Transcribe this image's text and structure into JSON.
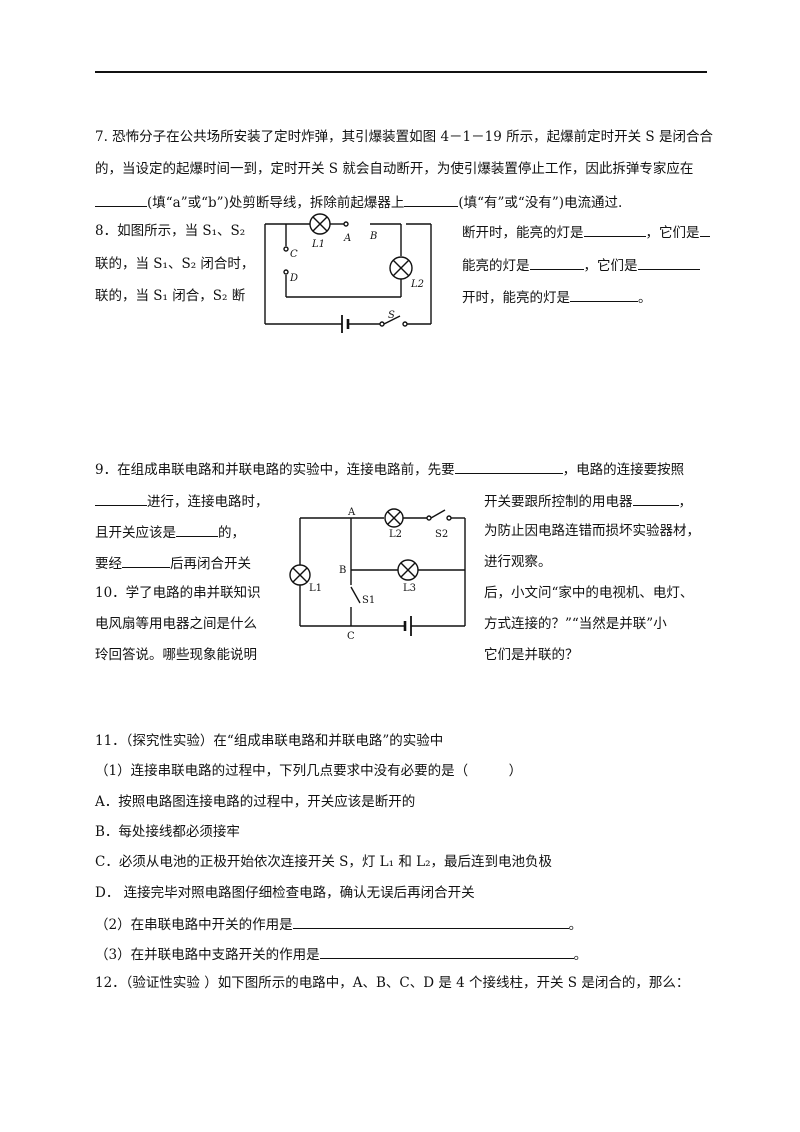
{
  "q7": {
    "line1": "7. 恐怖分子在公共场所安装了定时炸弹，其引爆装置如图 4－1－19 所示，起爆前定时开关 S 是闭合合",
    "line2": "的，当设定的起爆时间一到，定时开关 S 就会自动断开，为使引爆装置停止工作，因此拆弹专家应在",
    "line3a": "(填“a”或“b”)处剪断导线，拆除前起爆器上",
    "line3b": "(填“有”或“没有”)电流通过."
  },
  "q8": {
    "l1": "8．如图所示，当 S₁、S₂",
    "l2": "联的，当 S₁、S₂ 闭合时，",
    "l3": "联的，当 S₁ 闭合，S₂ 断",
    "r1": "断开时，能亮的灯是",
    "r1b": "，它们是",
    "r2": "能亮的灯是",
    "r2b": "，它们是",
    "r3": "开时，能亮的灯是",
    "r3b": "。",
    "fig": {
      "L1": "L1",
      "L2": "L2",
      "A": "A",
      "B": "B",
      "C": "C",
      "D": "D",
      "S": "S"
    }
  },
  "q9": {
    "line1a": "9．在组成串联电路和并联电路的实验中，连接电路前，先要",
    "line1b": "，电路的连接要按照",
    "l2": "进行，连接电路时，",
    "l3a": "且开关应该是",
    "l3b": "的，",
    "l4a": "要经",
    "l4b": "后再闭合开关",
    "r2a": "开关要跟所控制的用电器",
    "r2b": "，",
    "r3": "为防止因电路连错而损坏实验器材，",
    "r4": "进行观察。",
    "fig": {
      "A": "A",
      "B": "B",
      "C": "C",
      "L1": "L1",
      "L2": "L2",
      "L3": "L3",
      "S1": "S1",
      "S2": "S2"
    }
  },
  "q10": {
    "l1": "10．学了电路的串并联知识",
    "l2": "电风扇等用电器之间是什么",
    "l3": "玲回答说。哪些现象能说明",
    "r1": "后，小文问“家中的电视机、电灯、",
    "r2": "方式连接的？”“当然是并联”小",
    "r3": "它们是并联的？"
  },
  "q11": {
    "title": "11．（探究性实验）在“组成串联电路和并联电路”的实验中",
    "p1": "（1）连接串联电路的过程中，下列几点要求中没有必要的是（　　　）",
    "A": "A．按照电路图连接电路的过程中，开关应该是断开的",
    "B": "B．每处接线都必须接牢",
    "C": "C．必须从电池的正极开始依次连接开关 S，灯 L₁ 和 L₂，最后连到电池负极",
    "D": "D．  连接完毕对照电路图仔细检查电路，确认无误后再闭合开关",
    "p2": "（2）在串联电路中开关的作用是",
    "p2end": "。",
    "p3": "（3）在并联电路中支路开关的作用是",
    "p3end": "。"
  },
  "q12": {
    "line": "12．（验证性实验 ）如下图所示的电路中，A、B、C、D 是 4 个接线柱，开关 S 是闭合的，那么："
  }
}
